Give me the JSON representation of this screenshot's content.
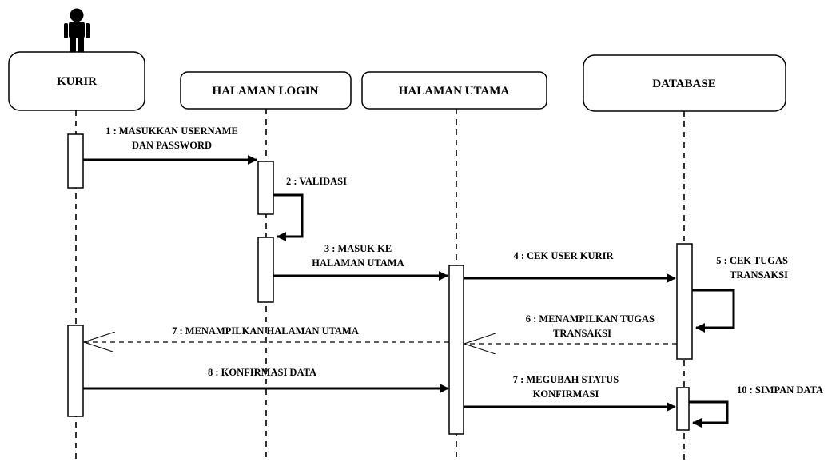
{
  "diagram": {
    "type": "sequence",
    "actor": {
      "name": "KURIR"
    },
    "participants": [
      {
        "id": "kurir",
        "name": "KURIR"
      },
      {
        "id": "login",
        "name": "HALAMAN LOGIN"
      },
      {
        "id": "utama",
        "name": "HALAMAN UTAMA"
      },
      {
        "id": "database",
        "name": "DATABASE"
      }
    ],
    "messages": [
      {
        "from": "kurir",
        "to": "login",
        "style": "solid",
        "lines": [
          "1 : MASUKKAN USERNAME",
          "DAN PASSWORD"
        ]
      },
      {
        "from": "login",
        "to": "login",
        "style": "self",
        "lines": [
          "2 : VALIDASI"
        ]
      },
      {
        "from": "login",
        "to": "utama",
        "style": "solid",
        "lines": [
          "3 :  MASUK KE",
          "HALAMAN UTAMA"
        ]
      },
      {
        "from": "utama",
        "to": "database",
        "style": "solid",
        "lines": [
          "4 :  CEK USER KURIR"
        ]
      },
      {
        "from": "database",
        "to": "database",
        "style": "self",
        "lines": [
          "5 :  CEK TUGAS",
          "TRANSAKSI"
        ]
      },
      {
        "from": "database",
        "to": "utama",
        "style": "dashed",
        "lines": [
          "6 : MENAMPILKAN TUGAS",
          "TRANSAKSI"
        ]
      },
      {
        "from": "utama",
        "to": "kurir",
        "style": "dashed",
        "lines": [
          "7 :  MENAMPILKAN HALAMAN UTAMA"
        ]
      },
      {
        "from": "kurir",
        "to": "utama",
        "style": "solid",
        "lines": [
          "8 :   KONFIRMASI DATA"
        ]
      },
      {
        "from": "utama",
        "to": "database",
        "style": "solid",
        "lines": [
          "7 :  MEGUBAH STATUS",
          "KONFIRMASI"
        ]
      },
      {
        "from": "database",
        "to": "database",
        "style": "self",
        "lines": [
          "10 :  SIMPAN DATA"
        ]
      }
    ]
  }
}
